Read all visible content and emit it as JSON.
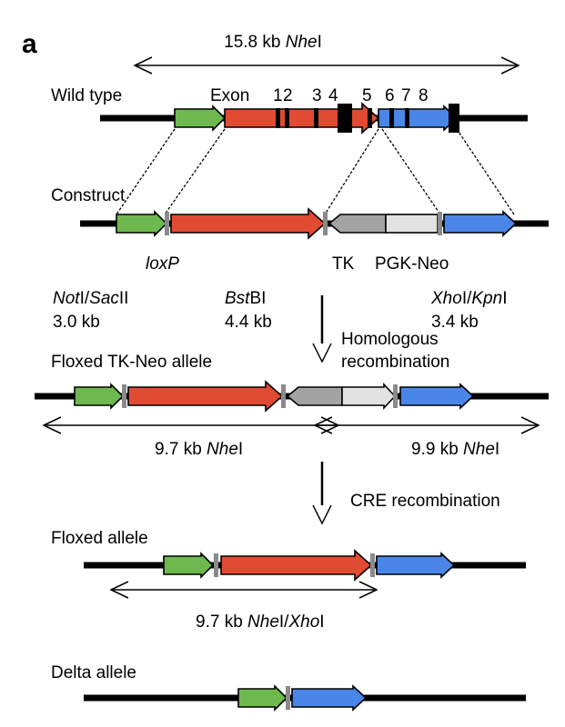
{
  "panel_label": "a",
  "colors": {
    "green": "#6db94e",
    "red": "#e04b32",
    "blue": "#4a86e8",
    "tk_gray": "#a3a3a3",
    "neo_gray": "#e2e2e2",
    "loxp": "#8a8a8a",
    "line": "#000000"
  },
  "labels": {
    "top_span": {
      "pre": "15.8 kb ",
      "ital": "Nhe",
      "post": "I"
    },
    "wild_type": "Wild type",
    "exon_word": "Exon",
    "exon_numbers": [
      "1",
      "2",
      "3",
      "4",
      "5",
      "6",
      "7",
      "8"
    ],
    "construct": "Construct",
    "loxp": "loxP",
    "tk": "TK",
    "pgk_neo": "PGK-Neo",
    "site1": {
      "i1": "Not",
      "n1": "I/",
      "i2": "Sac",
      "n2": "II"
    },
    "site1_size": "3.0 kb",
    "site2": {
      "i1": "Bst",
      "n1": "BI"
    },
    "site2_size": "4.4 kb",
    "site3": {
      "i1": "Xho",
      "n1": "I/",
      "i2": "Kpn",
      "n2": "I"
    },
    "site3_size": "3.4 kb",
    "homologous_1": "Homologous",
    "homologous_2": "recombination",
    "floxed_tk_neo": "Floxed TK-Neo allele",
    "span_97": {
      "pre": "9.7 kb ",
      "ital": "Nhe",
      "post": "I"
    },
    "span_99": {
      "pre": "9.9 kb ",
      "ital": "Nhe",
      "post": "I"
    },
    "cre": "CRE recombination",
    "floxed_allele": "Floxed allele",
    "span_97_nx": {
      "pre": "9.7 kb ",
      "i1": "Nhe",
      "n1": "I/",
      "i2": "Xho",
      "n2": "I"
    },
    "delta_allele": "Delta allele"
  }
}
